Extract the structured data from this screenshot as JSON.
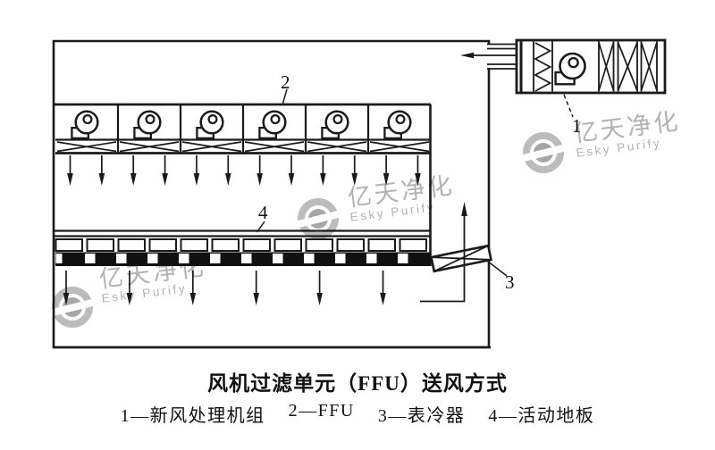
{
  "watermark": {
    "logo": "esky-ring-logo",
    "cn": "亿天净化",
    "en": "Esky Purify",
    "color": "#b2b2b2"
  },
  "caption": {
    "title": "风机过滤单元（FFU）送风方式",
    "separator": "—",
    "legend_items": [
      {
        "num": "1",
        "name": "新风处理机组"
      },
      {
        "num": "2",
        "name": "FFU"
      },
      {
        "num": "3",
        "name": "表冷器"
      },
      {
        "num": "4",
        "name": "活动地板"
      }
    ]
  },
  "labels": {
    "ahu": "1",
    "ffu": "2",
    "cooler": "3",
    "floor": "4"
  },
  "diagram": {
    "ffu_count": 6,
    "ceiling_arrow_count": 12,
    "floor_arrow_count": 6,
    "floor_tile_count": 12,
    "floor_gap_count": 11,
    "line_color": "#1a1a1a",
    "floor_black": "#111111",
    "background": "#ffffff"
  }
}
